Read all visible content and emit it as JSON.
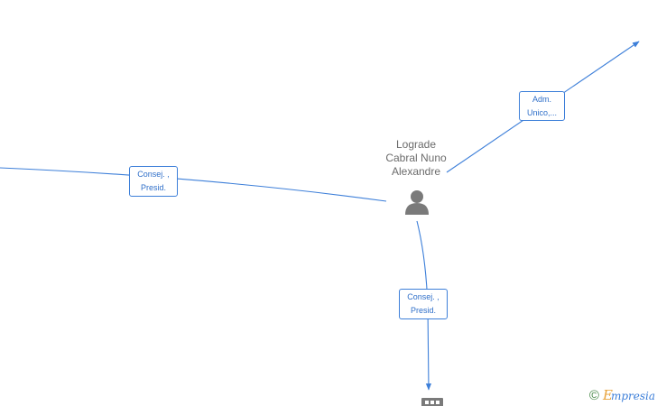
{
  "person": {
    "name_lines": [
      "Lograde",
      "Cabral Nuno",
      "Alexandre"
    ],
    "icon": "person-icon"
  },
  "edges": [
    {
      "id": "top-right",
      "label_lines": [
        "Adm.",
        "Unico,..."
      ]
    },
    {
      "id": "left",
      "label_lines": [
        "Consej. ,",
        "Presid."
      ]
    },
    {
      "id": "bottom",
      "label_lines": [
        "Consej. ,",
        "Presid."
      ]
    }
  ],
  "company_icon": "building-icon",
  "watermark": {
    "copyright_symbol": "©",
    "brand_initial": "E",
    "brand_rest": "mpresia"
  },
  "colors": {
    "edge": "#3d7fd9",
    "node_icon": "#7a7a7a",
    "text": "#6b6b6b",
    "brand_accent": "#e8a23a"
  }
}
